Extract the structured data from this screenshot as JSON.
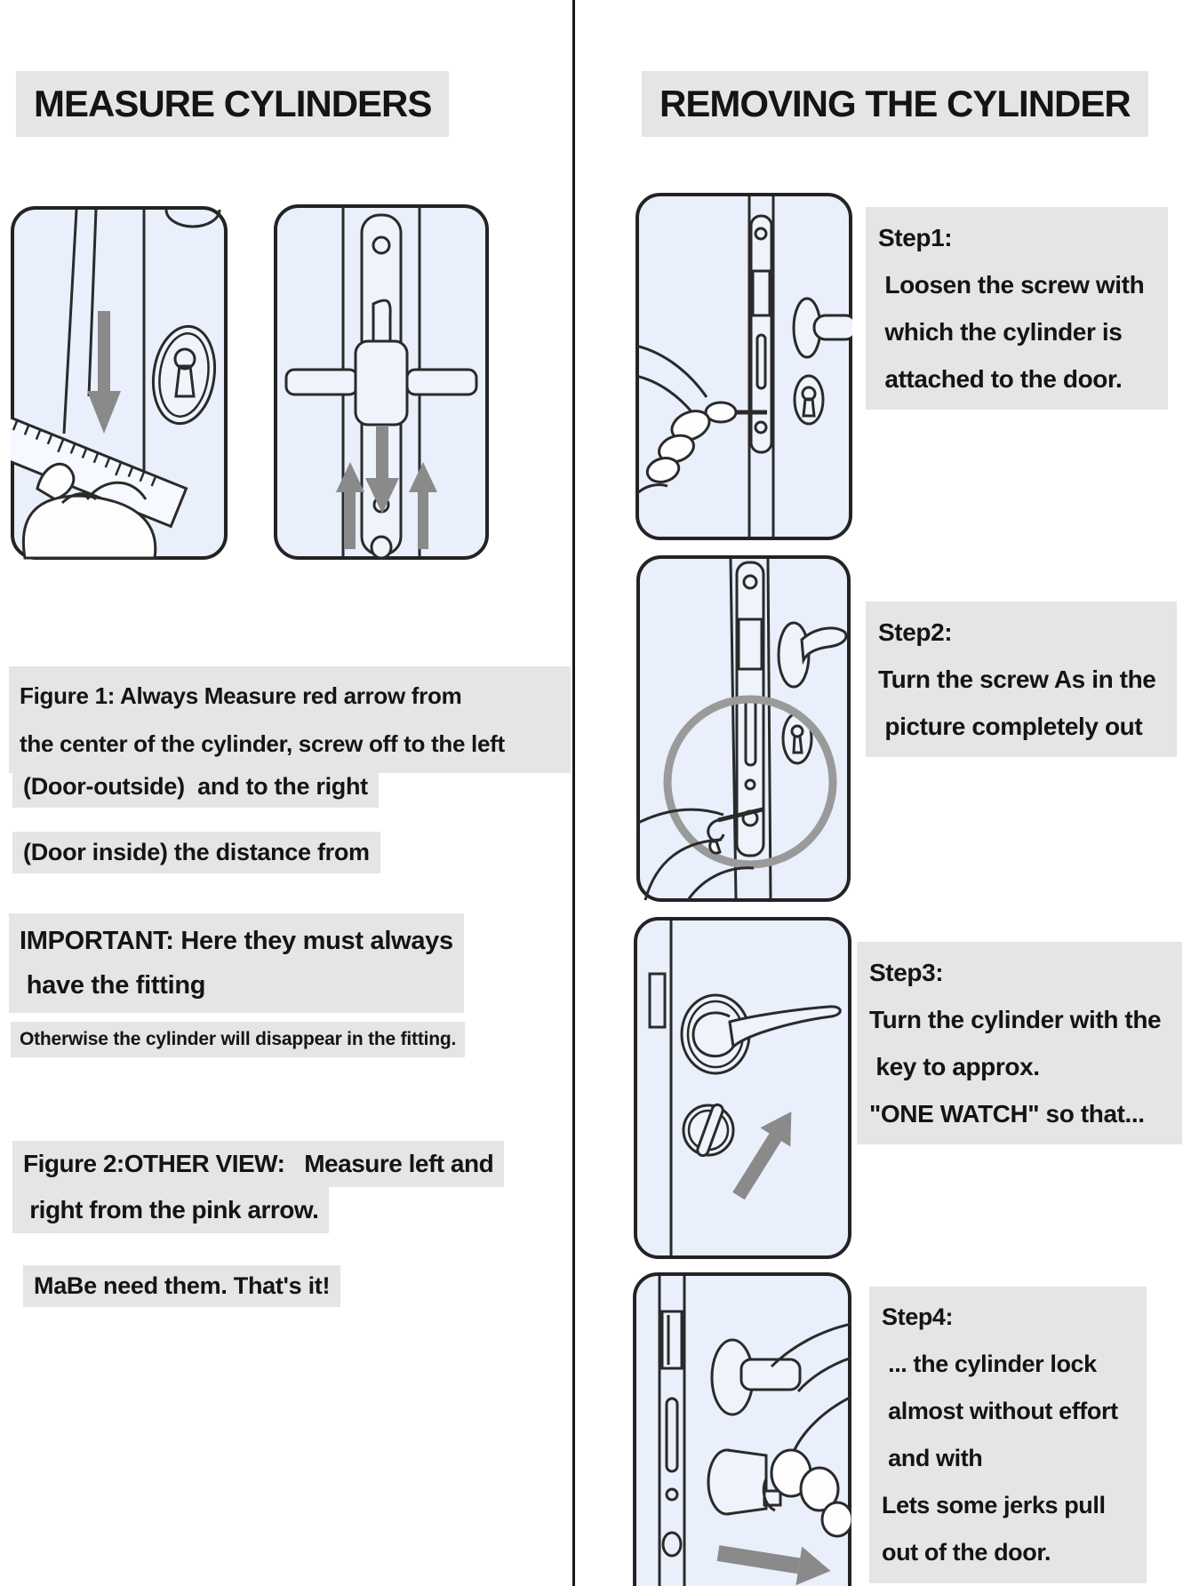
{
  "colors": {
    "highlight": "#e5e5e5",
    "panel_fill": "#e9effb",
    "line": "#232323",
    "arrow_gray": "#8a8a8a",
    "circle_gray": "#9a9a9a",
    "divider": "#161616",
    "text": "#141414"
  },
  "left": {
    "title": "MEASURE CYLINDERS",
    "fig1_caption_line1": "Figure 1: Always Measure red arrow from",
    "fig1_caption_line2": "the center of the cylinder, screw off to the left",
    "door_outside": "(Door-outside)  and to the right",
    "door_inside": "(Door inside) the distance from",
    "important_line1": "IMPORTANT: Here they must always",
    "important_line2": " have the fitting",
    "otherwise": "Otherwise the cylinder will disappear in the fitting.",
    "fig2_caption_line1": "Figure 2:OTHER VIEW:   Measure left and",
    "fig2_caption_line2": " right from the pink arrow.",
    "mabe": "MaBe need them. That's it!"
  },
  "right": {
    "title": "REMOVING THE CYLINDER",
    "steps": [
      {
        "label": "Step1:",
        "l1": " Loosen the screw with",
        "l2": " which the cylinder is",
        "l3": " attached to the door."
      },
      {
        "label": "Step2:",
        "l1": "Turn the screw As in the",
        "l2": " picture completely out"
      },
      {
        "label": "Step3:",
        "l1": "Turn the cylinder with the",
        "l2": " key to approx.",
        "l3": "\"ONE WATCH\" so that..."
      },
      {
        "label": "Step4:",
        "l1": " ... the cylinder lock",
        "l2": " almost without effort",
        "l3": " and with",
        "l4": "Lets some jerks pull",
        "l5": "out of the door."
      }
    ]
  }
}
